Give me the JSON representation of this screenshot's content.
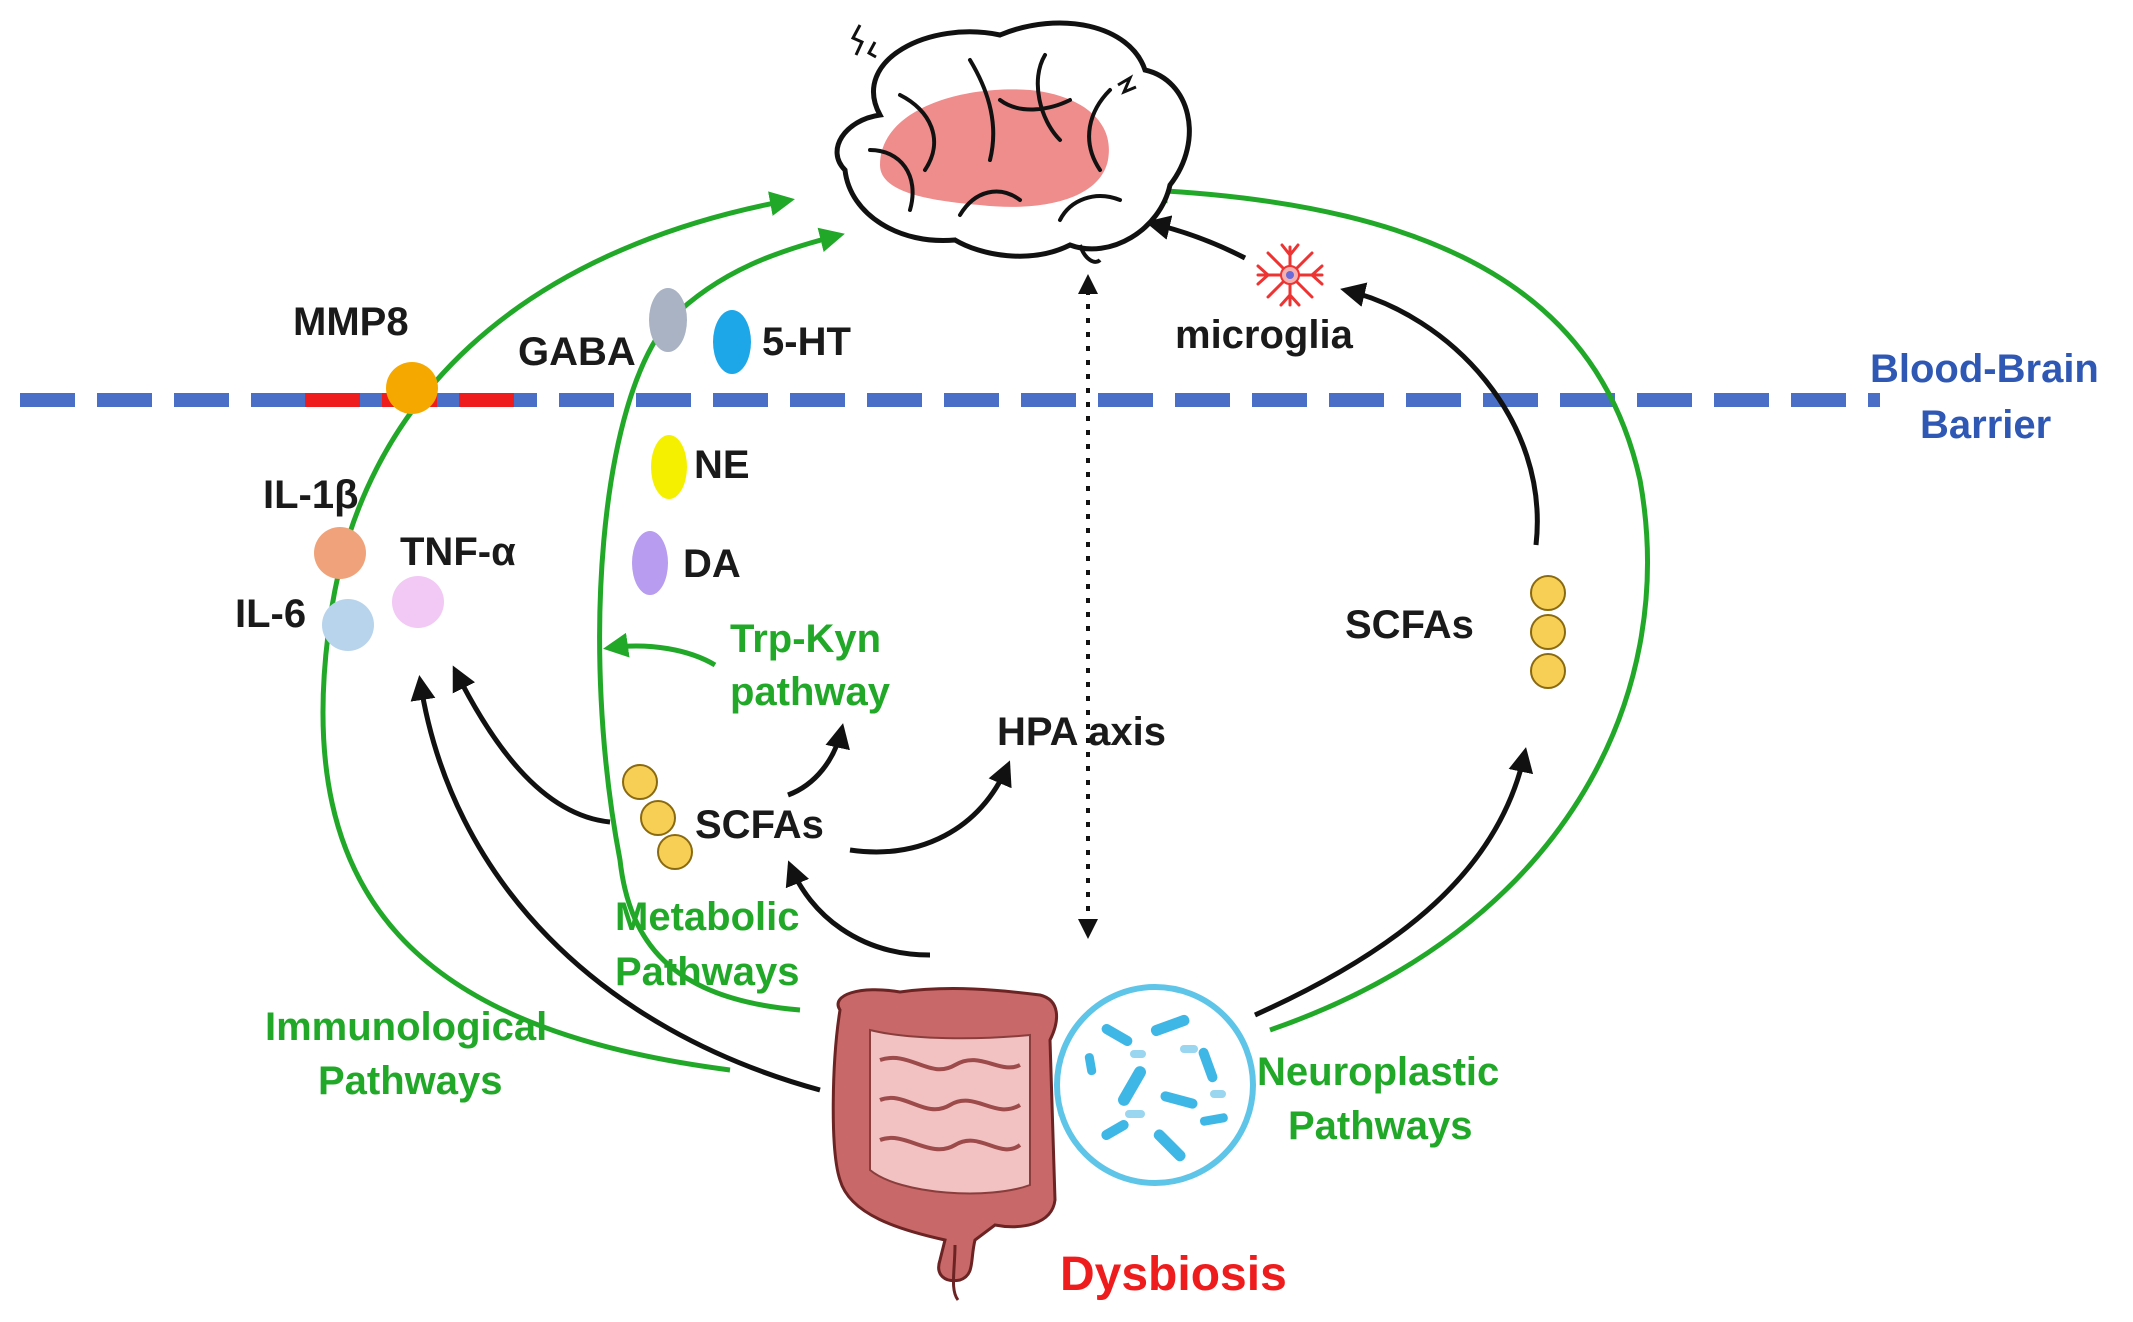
{
  "labels": {
    "blood_brain_barrier_line1": "Blood-Brain",
    "blood_brain_barrier_line2": "Barrier",
    "microglia": "microglia",
    "mmp8": "MMP8",
    "gaba": "GABA",
    "serotonin": "5-HT",
    "ne": "NE",
    "da": "DA",
    "il1b": "IL-1β",
    "il6": "IL-6",
    "tnfa": "TNF-α",
    "trp_kyn_line1": "Trp-Kyn",
    "trp_kyn_line2": "pathway",
    "hpa_axis": "HPA axis",
    "scfas_center": "SCFAs",
    "scfas_right": "SCFAs",
    "metabolic_line1": "Metabolic",
    "metabolic_line2": "Pathways",
    "immunological_line1": "Immunological",
    "immunological_line2": "Pathways",
    "neuroplastic_line1": "Neuroplastic",
    "neuroplastic_line2": "Pathways",
    "dysbiosis": "Dysbiosis"
  },
  "colors": {
    "barrier": "#4a6fc7",
    "barrier_breach": "#ee1c1c",
    "pathway_arrow": "#22a829",
    "effect_arrow": "#111111",
    "dysbiosis": "#ee1c1c",
    "mmp8": "#f5a800",
    "gaba": "#a9b3c4",
    "serotonin": "#1ea7e8",
    "ne": "#f5f000",
    "da": "#b79cf0",
    "il1b": "#f0a37a",
    "il6": "#b8d4ec",
    "tnfa": "#f2c8f5",
    "scfa": "#f7cf55",
    "brain_highlight": "#ef8c8c",
    "gut": "#c96868",
    "microglia": "#ee3333",
    "microbiota": "#3fb7e6"
  },
  "icons": [
    "brain-icon",
    "microglia-icon",
    "intestine-icon",
    "microbiota-magnifier-icon"
  ]
}
